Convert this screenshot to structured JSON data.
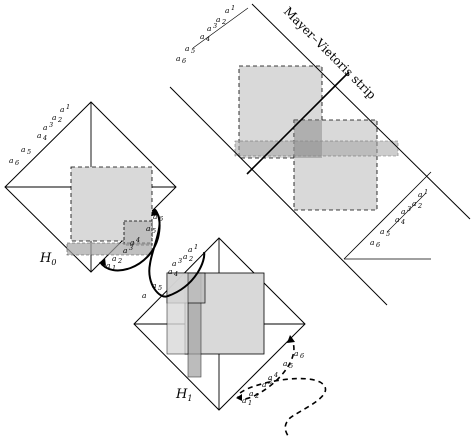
{
  "figure": {
    "strip_title": "Mayer–Vietoris strip",
    "handles": [
      {
        "id": "h0",
        "label_base": "H",
        "label_sub": "0"
      },
      {
        "id": "h1",
        "label_base": "H",
        "label_sub": "1"
      }
    ],
    "tick_labels": [
      {
        "base": "a",
        "sub": "1",
        "sup": ""
      },
      {
        "base": "a",
        "sub": "2",
        "sup": "1"
      },
      {
        "base": "a",
        "sub": "3",
        "sup": ""
      },
      {
        "base": "a",
        "sub": "4",
        "sup": "3"
      },
      {
        "base": "a",
        "sub": "5",
        "sup": ""
      },
      {
        "base": "a",
        "sub": "6",
        "sup": ""
      }
    ],
    "colors": {
      "line": "#000000",
      "box_light": "#d9d9d9",
      "box_dark": "#a6a6a6"
    }
  }
}
